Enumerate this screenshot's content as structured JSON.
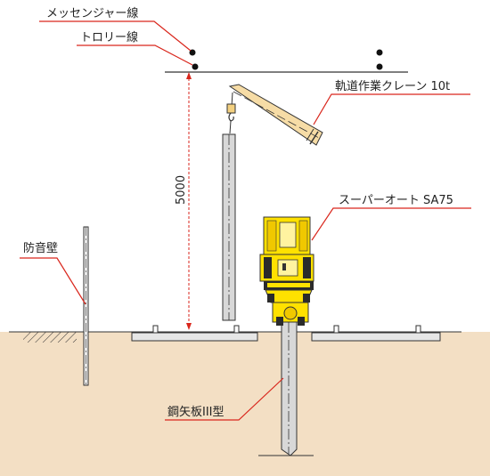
{
  "labels": {
    "messenger_wire": "メッセンジャー線",
    "trolley_wire": "トロリー線",
    "crane": "軌道作業クレーン 10t",
    "dimension": "5000",
    "machine": "スーパーオート SA75",
    "sound_wall": "防音壁",
    "sheet_pile": "鋼矢板III型"
  },
  "colors": {
    "ground_fill": "#f3dfc4",
    "leader_red": "#d9261c",
    "crane_boom": "#f6dca6",
    "machine_yellow": "#ffe100",
    "machine_dark": "#2b2b2b",
    "pile_gray": "#d8d8d8"
  }
}
